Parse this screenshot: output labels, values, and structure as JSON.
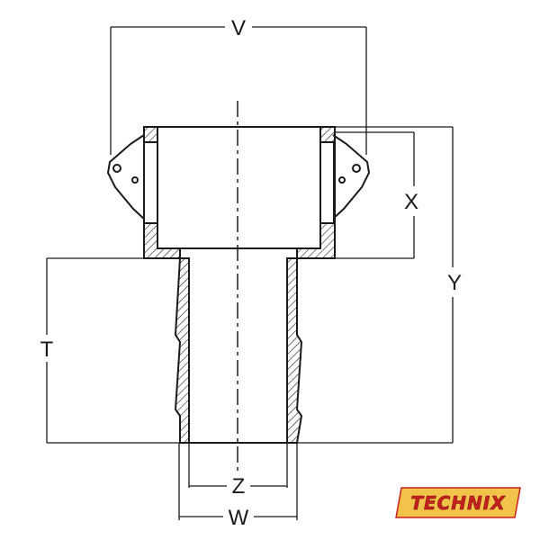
{
  "dimensions": {
    "v": "V",
    "x": "X",
    "y": "Y",
    "t": "T",
    "z": "Z",
    "w": "W"
  },
  "logo": {
    "text": "TECHNIX",
    "fill_color": "#f2c34a",
    "text_color": "#c8201e"
  },
  "colors": {
    "line": "#1a1a1a",
    "background": "#ffffff"
  }
}
